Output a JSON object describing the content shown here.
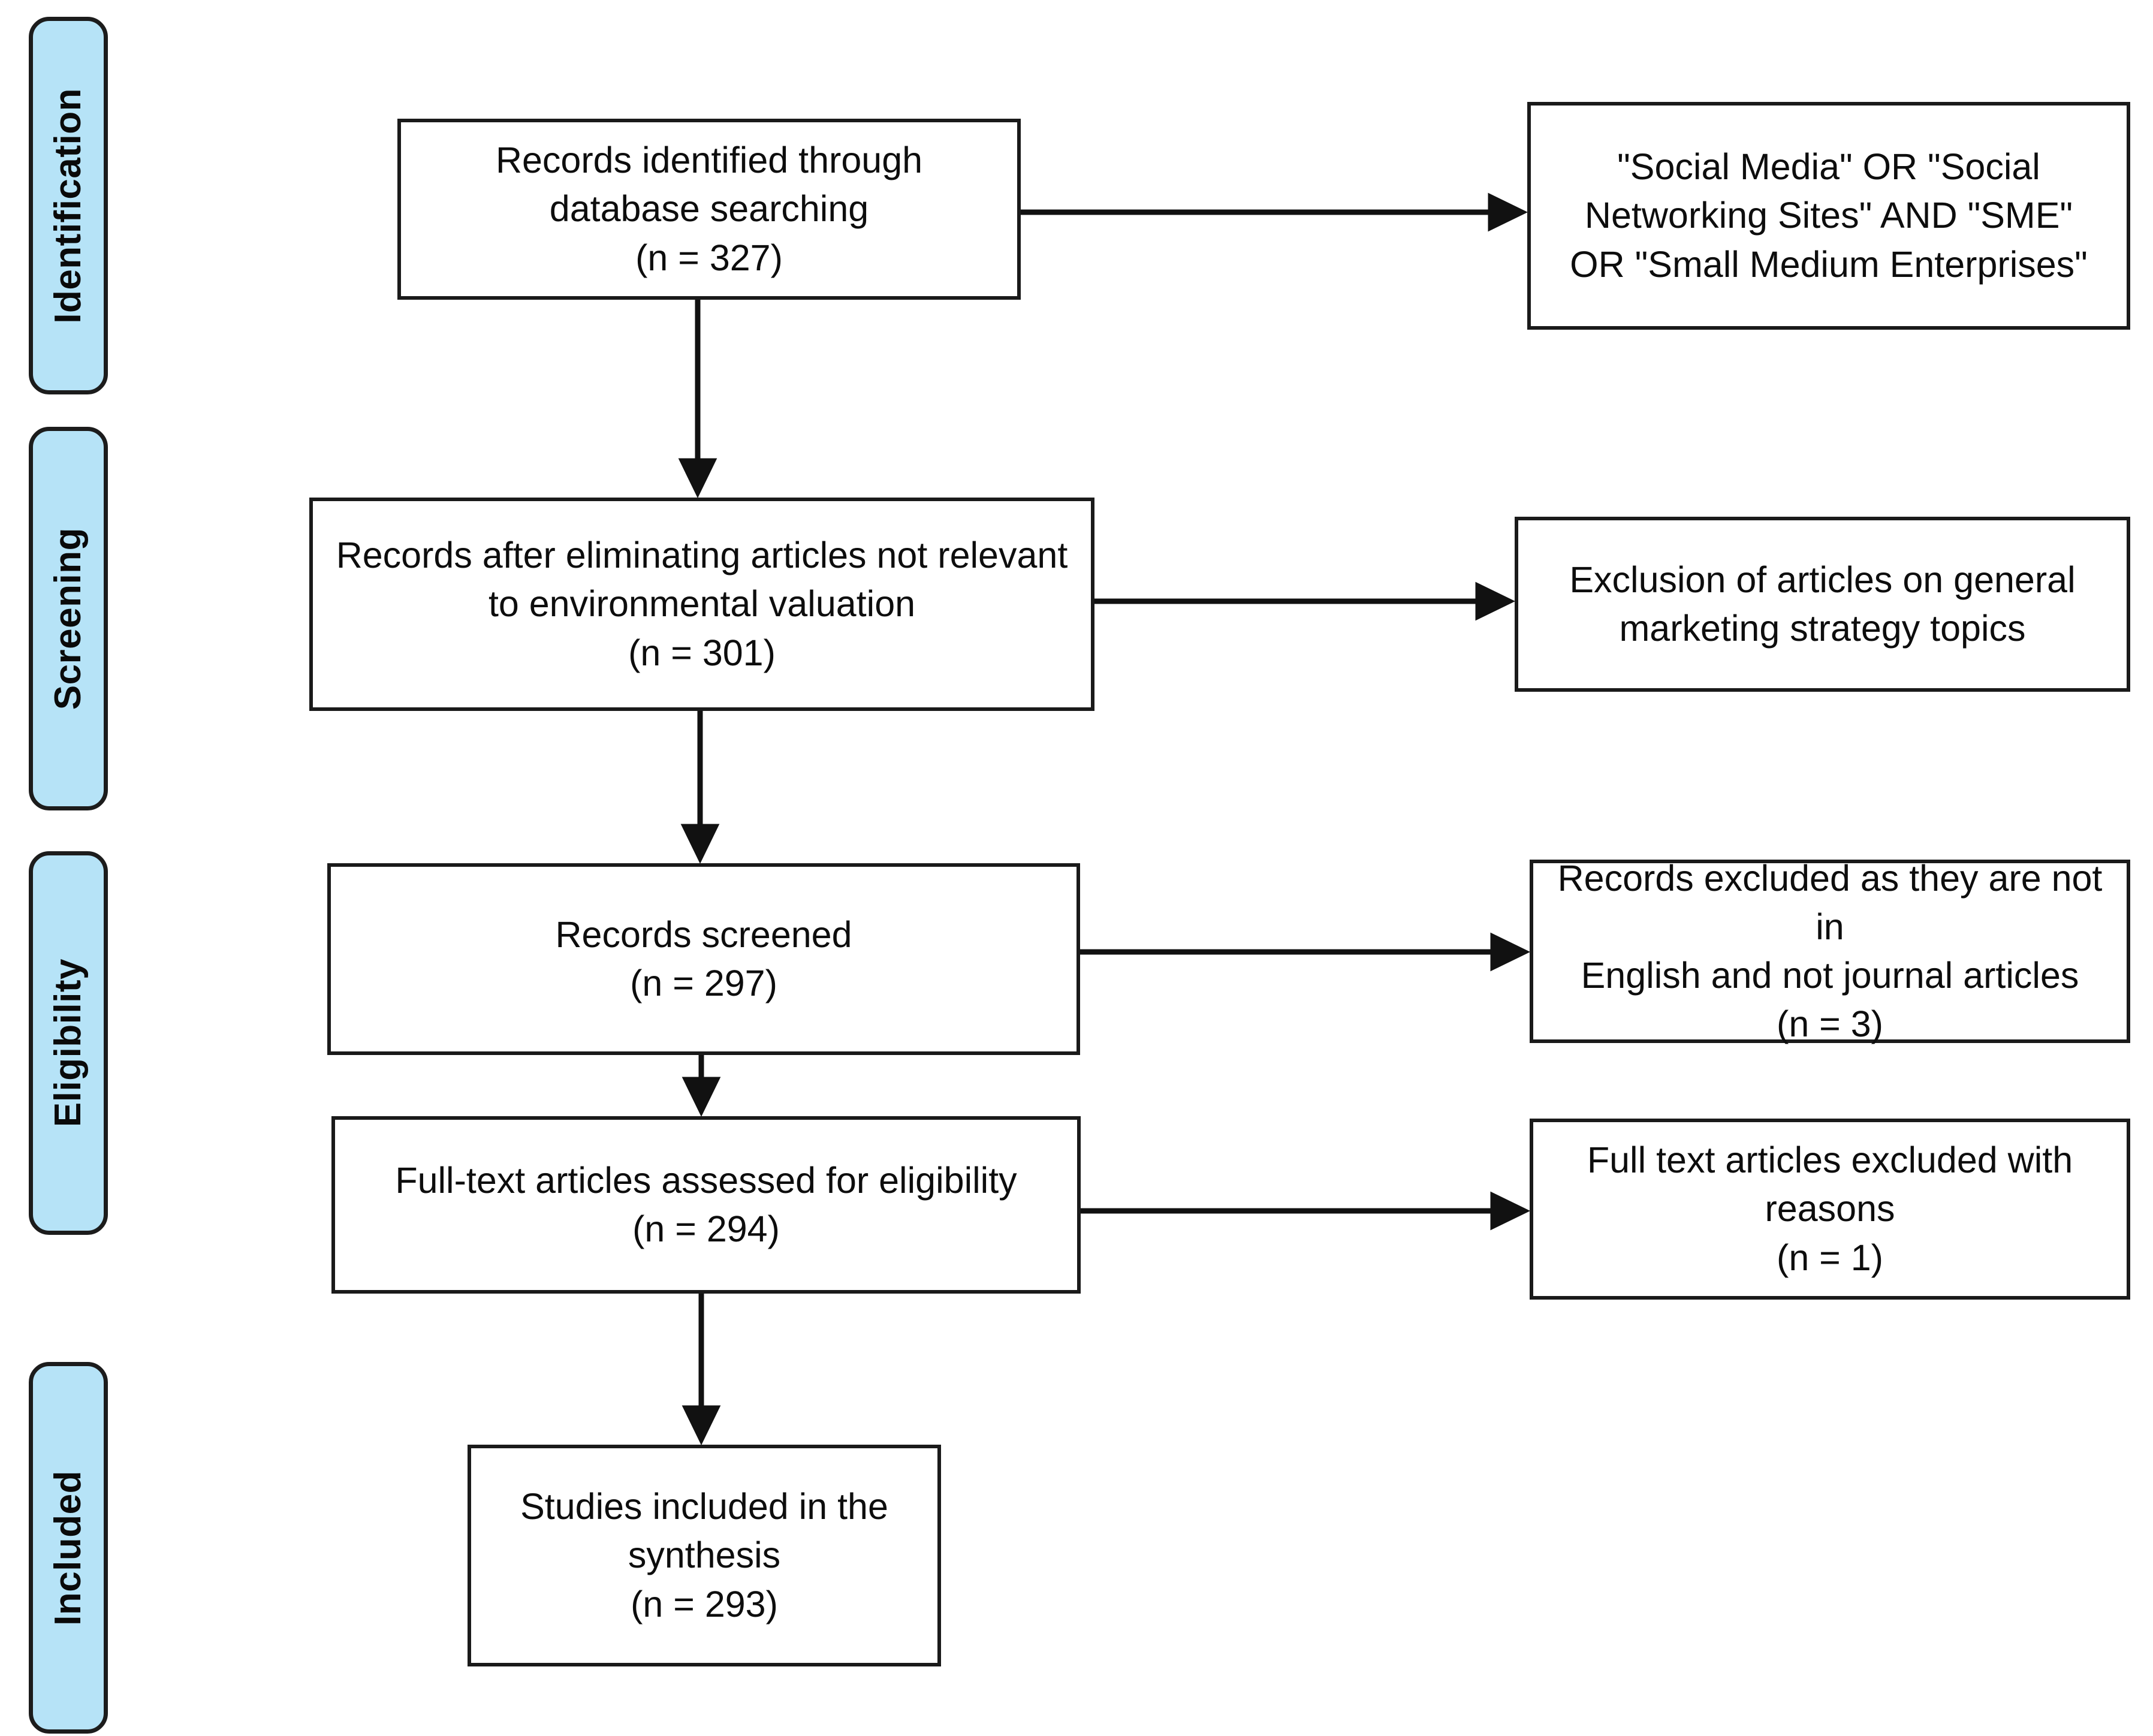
{
  "diagram": {
    "title": "PRISMA flow diagram",
    "type": "prisma-flowchart",
    "accent_color": "#b6e3f7",
    "border_color": "#1a1a1a",
    "text_color": "#0d0d0d",
    "background_color": "#ffffff"
  },
  "stages": [
    {
      "id": "identification",
      "label": "Identification"
    },
    {
      "id": "screening",
      "label": "Screening"
    },
    {
      "id": "eligibility",
      "label": "Eligibility"
    },
    {
      "id": "included",
      "label": "Included"
    }
  ],
  "main_boxes": [
    {
      "id": "records-identified",
      "text": "Records identified through\ndatabase searching\n(n = 327)",
      "count": 327
    },
    {
      "id": "records-after-eliminating",
      "text": "Records after eliminating articles not relevant\nto environmental valuation\n(n = 301)",
      "count": 301
    },
    {
      "id": "records-screened",
      "text": "Records screened\n(n = 297)",
      "count": 297
    },
    {
      "id": "full-text-assessed",
      "text": "Full-text articles assessed for eligibility\n(n =  294)",
      "count": 294
    },
    {
      "id": "studies-included",
      "text": "Studies included in the\nsynthesis\n(n = 293)",
      "count": 293
    }
  ],
  "side_boxes": [
    {
      "id": "search-query",
      "text": "\"Social Media\" OR \"Social\nNetworking Sites\" AND \"SME\"\nOR \"Small Medium Enterprises\""
    },
    {
      "id": "exclusion-marketing",
      "text": "Exclusion of articles on general\nmarketing strategy topics"
    },
    {
      "id": "records-excluded-language",
      "text": "Records excluded as they are not in\nEnglish and not journal articles\n(n = 3)",
      "count": 3
    },
    {
      "id": "full-text-excluded",
      "text": "Full text articles excluded with\nreasons\n(n = 1)",
      "count": 1
    }
  ]
}
